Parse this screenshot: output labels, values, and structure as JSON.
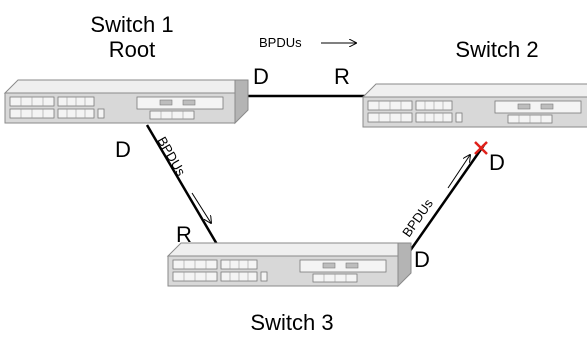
{
  "switches": {
    "switch1": {
      "name": "Switch 1",
      "subtitle": "Root"
    },
    "switch2": {
      "name": "Switch 2"
    },
    "switch3": {
      "name": "Switch 3"
    }
  },
  "links": {
    "s1_s2": {
      "s1_port_role": "D",
      "s2_port_role": "R",
      "bpdu_label": "BPDUs"
    },
    "s1_s3": {
      "s1_port_role": "D",
      "s3_port_role": "R",
      "bpdu_label": "BPDUs"
    },
    "s3_s2": {
      "s3_port_role": "D",
      "s2_port_role": "D",
      "bpdu_label": "BPDUs",
      "blocked": true
    }
  },
  "colors": {
    "link": "#000000",
    "blocked_marker": "#e0201a",
    "chassis": "#d8d8d8"
  },
  "icons": {
    "blocked_marker": "red-x-icon",
    "bpdu_arrow": "arrow-right-icon"
  }
}
